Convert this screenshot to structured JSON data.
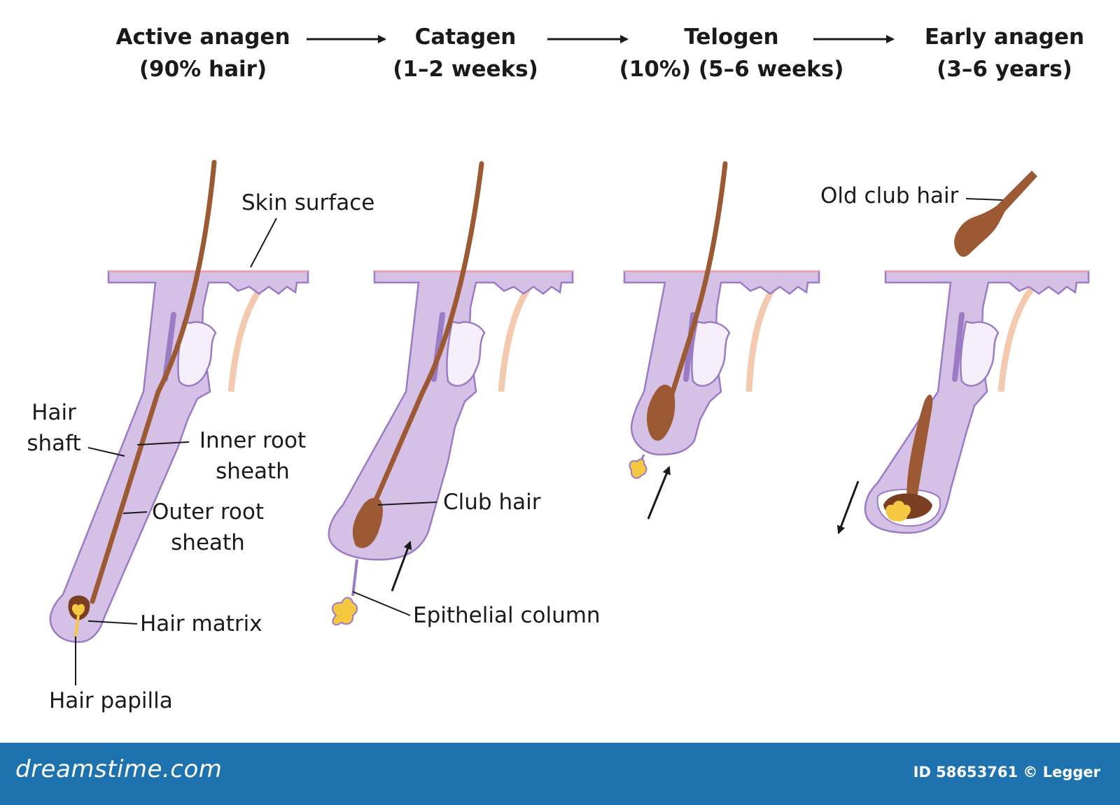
{
  "colors": {
    "follicle": "#d6c1e6",
    "outline": "#9b7bc4",
    "hair": "#9b5a34",
    "papilla": "#f5c842",
    "skin_top": "#e9a0b4",
    "nerve": "#f3c9b0",
    "footer": "#1e73ae"
  },
  "stages": [
    {
      "name": "Active anagen",
      "detail": "(90% hair)"
    },
    {
      "name": "Catagen",
      "detail": "(1–2 weeks)"
    },
    {
      "name": "Telogen",
      "detail": "(10%) (5–6 weeks)"
    },
    {
      "name": "Early anagen",
      "detail": "(3–6 years)"
    }
  ],
  "labels": {
    "skin_surface": "Skin surface",
    "hair_shaft": "Hair\nshaft",
    "inner_root_sheath": "Inner root\nsheath",
    "outer_root_sheath": "Outer root\nsheath",
    "hair_matrix": "Hair matrix",
    "hair_papilla": "Hair papilla",
    "club_hair": "Club hair",
    "epithelial_column": "Epithelial column",
    "old_club_hair": "Old club hair"
  },
  "footer": {
    "brand": "dreamstime.com",
    "credit": "ID 58653761 © Legger"
  }
}
